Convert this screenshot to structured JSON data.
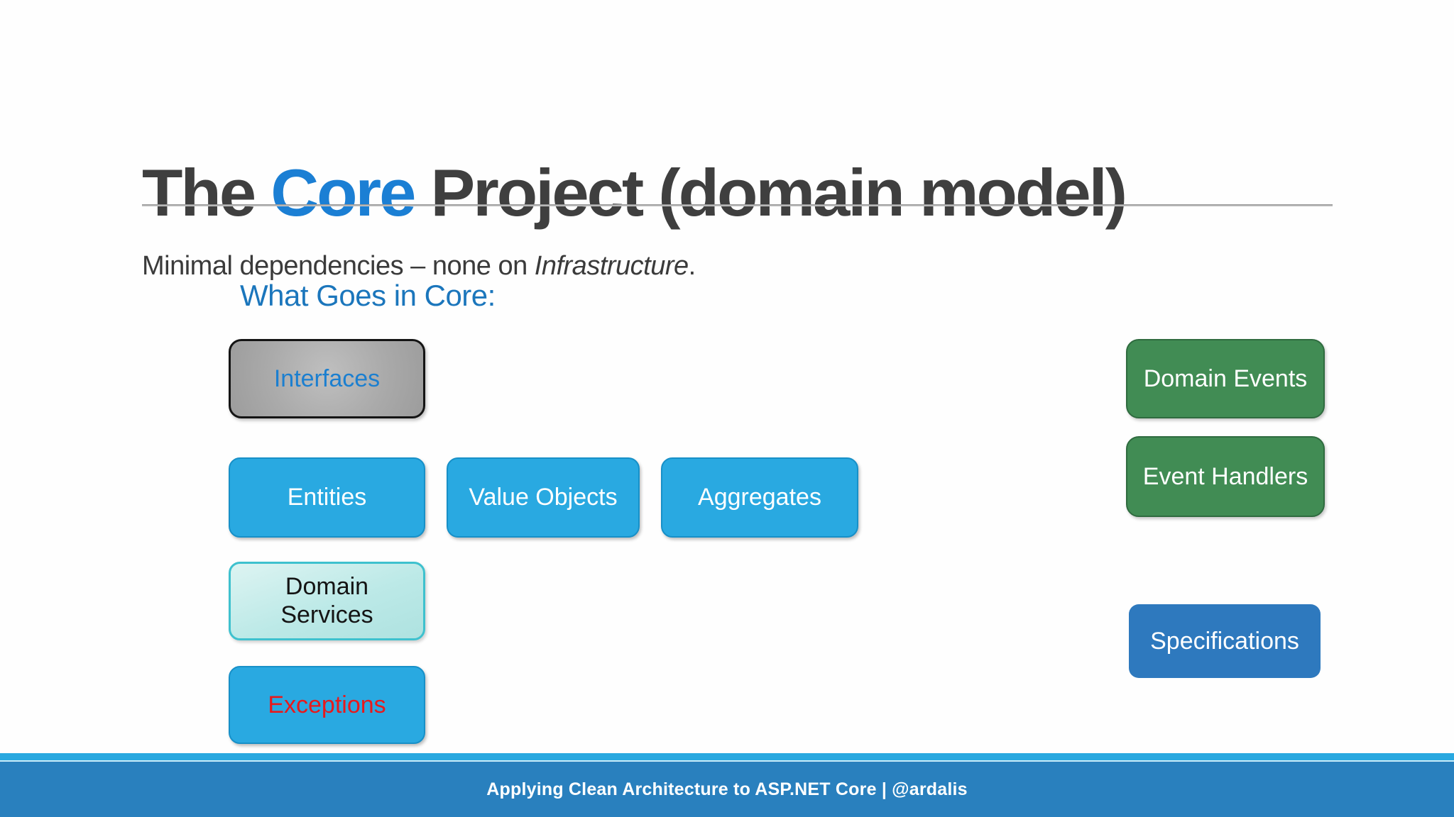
{
  "slide": {
    "title": {
      "pre": "The ",
      "accent": "Core",
      "post": " Project (domain model)"
    },
    "subtitle": {
      "pre": "Minimal dependencies – none on ",
      "italic": "Infrastructure",
      "post": "."
    },
    "section_heading": "What Goes in Core:",
    "footer_text": "Applying Clean Architecture to ASP.NET Core | @ardalis"
  },
  "boxes": {
    "interfaces": {
      "label": "Interfaces"
    },
    "entities": {
      "label": "Entities"
    },
    "value_objects": {
      "label": "Value Objects"
    },
    "aggregates": {
      "label": "Aggregates"
    },
    "domain_services": {
      "line1": "Domain",
      "line2": "Services"
    },
    "exceptions": {
      "label": "Exceptions"
    },
    "domain_events": {
      "label": "Domain Events"
    },
    "event_handlers": {
      "label": "Event Handlers"
    },
    "specifications": {
      "label": "Specifications"
    }
  },
  "colors": {
    "title_gray": "#3f3f3f",
    "accent_blue": "#1b7fd4",
    "heading_blue": "#1b76bc",
    "box_blue": "#29a9e1",
    "box_green": "#418c54",
    "box_dark_blue": "#2e79be",
    "interfaces_fill": "#ababab",
    "interfaces_text": "#1b7fd0",
    "domain_services_fill": "#bce9e7",
    "domain_services_border": "#3ec1ce",
    "exceptions_red": "#e8191c",
    "footer_strip": "#29a8e0",
    "footer_bar": "#2980be"
  }
}
